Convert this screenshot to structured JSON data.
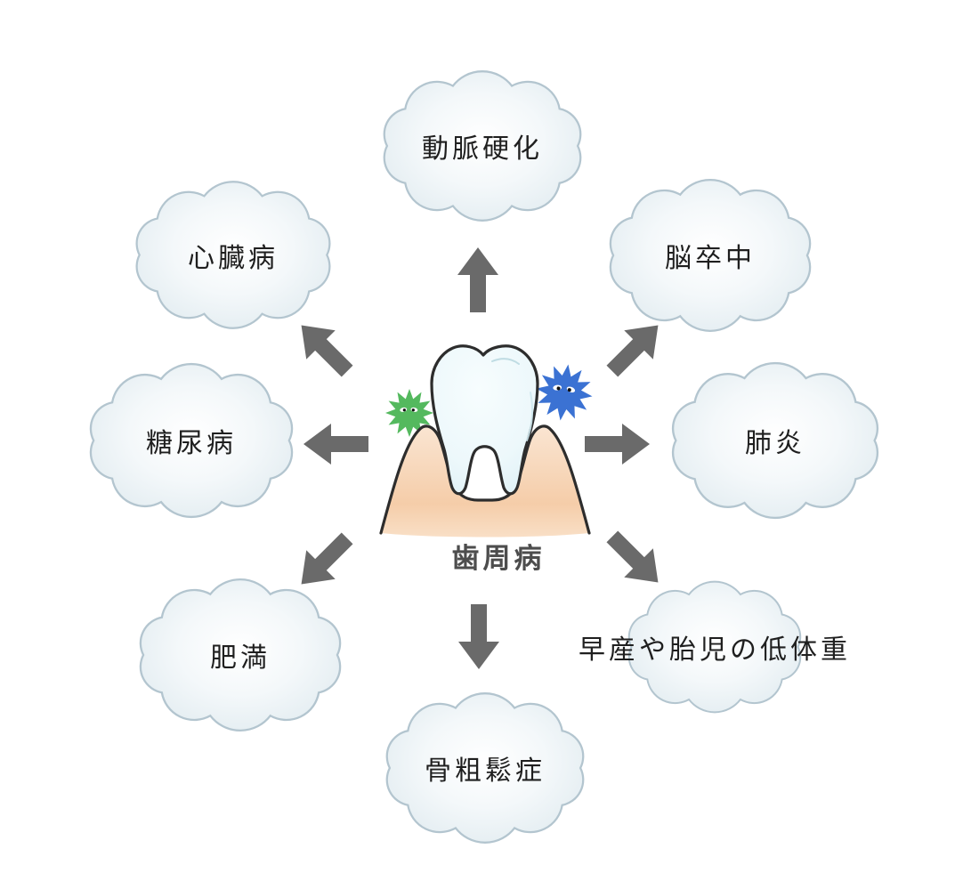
{
  "center": {
    "label": "歯周病",
    "icons": {
      "tooth": "tooth-icon",
      "green_germ": "bacteria-icon-green",
      "blue_germ": "bacteria-icon-blue",
      "gum": "gum-shape"
    }
  },
  "nodes": [
    {
      "label": "動脈硬化",
      "position": "top"
    },
    {
      "label": "心臓病",
      "position": "top-left"
    },
    {
      "label": "脳卒中",
      "position": "top-right"
    },
    {
      "label": "糖尿病",
      "position": "left"
    },
    {
      "label": "肺炎",
      "position": "right"
    },
    {
      "label": "肥満",
      "position": "bottom-left"
    },
    {
      "label": "早産や胎児の低体重",
      "position": "bottom-right"
    },
    {
      "label": "骨粗鬆症",
      "position": "bottom"
    }
  ],
  "arrows": [
    "up",
    "up-left",
    "up-right",
    "left",
    "right",
    "down-left",
    "down-right",
    "down"
  ],
  "colors": {
    "cloud-border": "#b3c5cf",
    "cloud-fill-center": "#ffffff",
    "cloud-fill-edge": "#dce7ed",
    "arrow": "#6a6a6a",
    "outline": "#2d2d2d",
    "tooth-fill": "#eef8fb",
    "gum-top": "#fae5d2",
    "gum-bottom": "#f5cda9",
    "germ-green": "#54b95e",
    "germ-blue": "#3b72d3",
    "label": "#4d4d4d",
    "node-text": "#1f1f1f"
  }
}
